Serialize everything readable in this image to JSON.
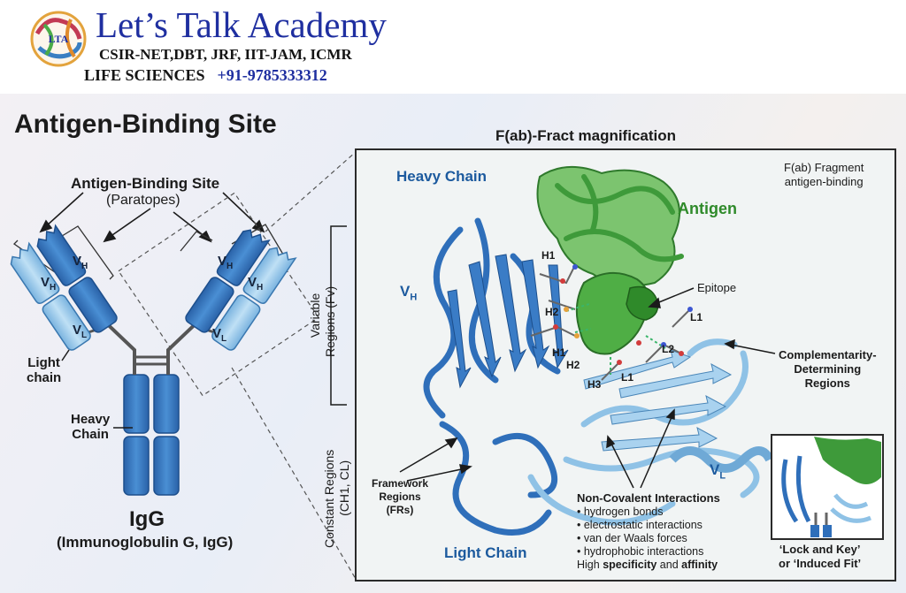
{
  "header": {
    "academy_name": "Let’s Talk Academy",
    "exams": "CSIR-NET,DBT, JRF, IIT-JAM, ICMR",
    "subject": "LIFE SCIENCES",
    "phone": "+91-9785333312",
    "logo_text": "LTA"
  },
  "title": "Antigen-Binding Site",
  "igg": {
    "site_label": "Antigen-Binding Site",
    "paratopes": "(Paratopes)",
    "vh": "V",
    "vh_sub": "H",
    "vl": "V",
    "vl_sub": "L",
    "light_chain": [
      "Light",
      "chain"
    ],
    "heavy_chain": [
      "Heavy",
      "Chain"
    ],
    "name": "IgG",
    "full_name": "(Immunoglobulin G, IgG)"
  },
  "magnification_title": "F(ab)-Fract magnification",
  "side_labels": {
    "variable": [
      "Variable",
      "Regions (Fv)"
    ],
    "constant": [
      "Constant Regions",
      "(CH1, CL)"
    ]
  },
  "panel": {
    "heavy_chain": "Heavy Chain",
    "fab_fragment": [
      "F(ab) Fragment",
      "antigen-binding"
    ],
    "antigen": "Antigen",
    "vh": "V",
    "vh_sub": "H",
    "vl": "V",
    "vl_sub": "L",
    "epitope": "Epitope",
    "cdr_labels": [
      "H1",
      "H2",
      "H1",
      "H2",
      "H3",
      "L1",
      "L1",
      "L2"
    ],
    "cdr_label": [
      "Complementarity-",
      "Determining",
      "Regions"
    ],
    "framework": [
      "Framework",
      "Regions",
      "(FRs)"
    ],
    "light_chain": "Light Chain",
    "noncovalent_title": "Non-Covalent Interactions",
    "interactions": [
      "• hydrogen bonds",
      "• electrostatic interactions",
      "• van der Waals forces",
      "• hydrophobic interactions"
    ],
    "specificity": {
      "pre": "High ",
      "w1": "specificity",
      "mid": " and ",
      "w2": "affinity"
    },
    "inset_caption": [
      "‘Lock and Key’",
      "or ‘Induced Fit’"
    ]
  },
  "colors": {
    "heavy": "#2f6fba",
    "light": "#8fc2e6",
    "antigen": "#3e9a3a",
    "label_blue": "#1c5a9e"
  }
}
